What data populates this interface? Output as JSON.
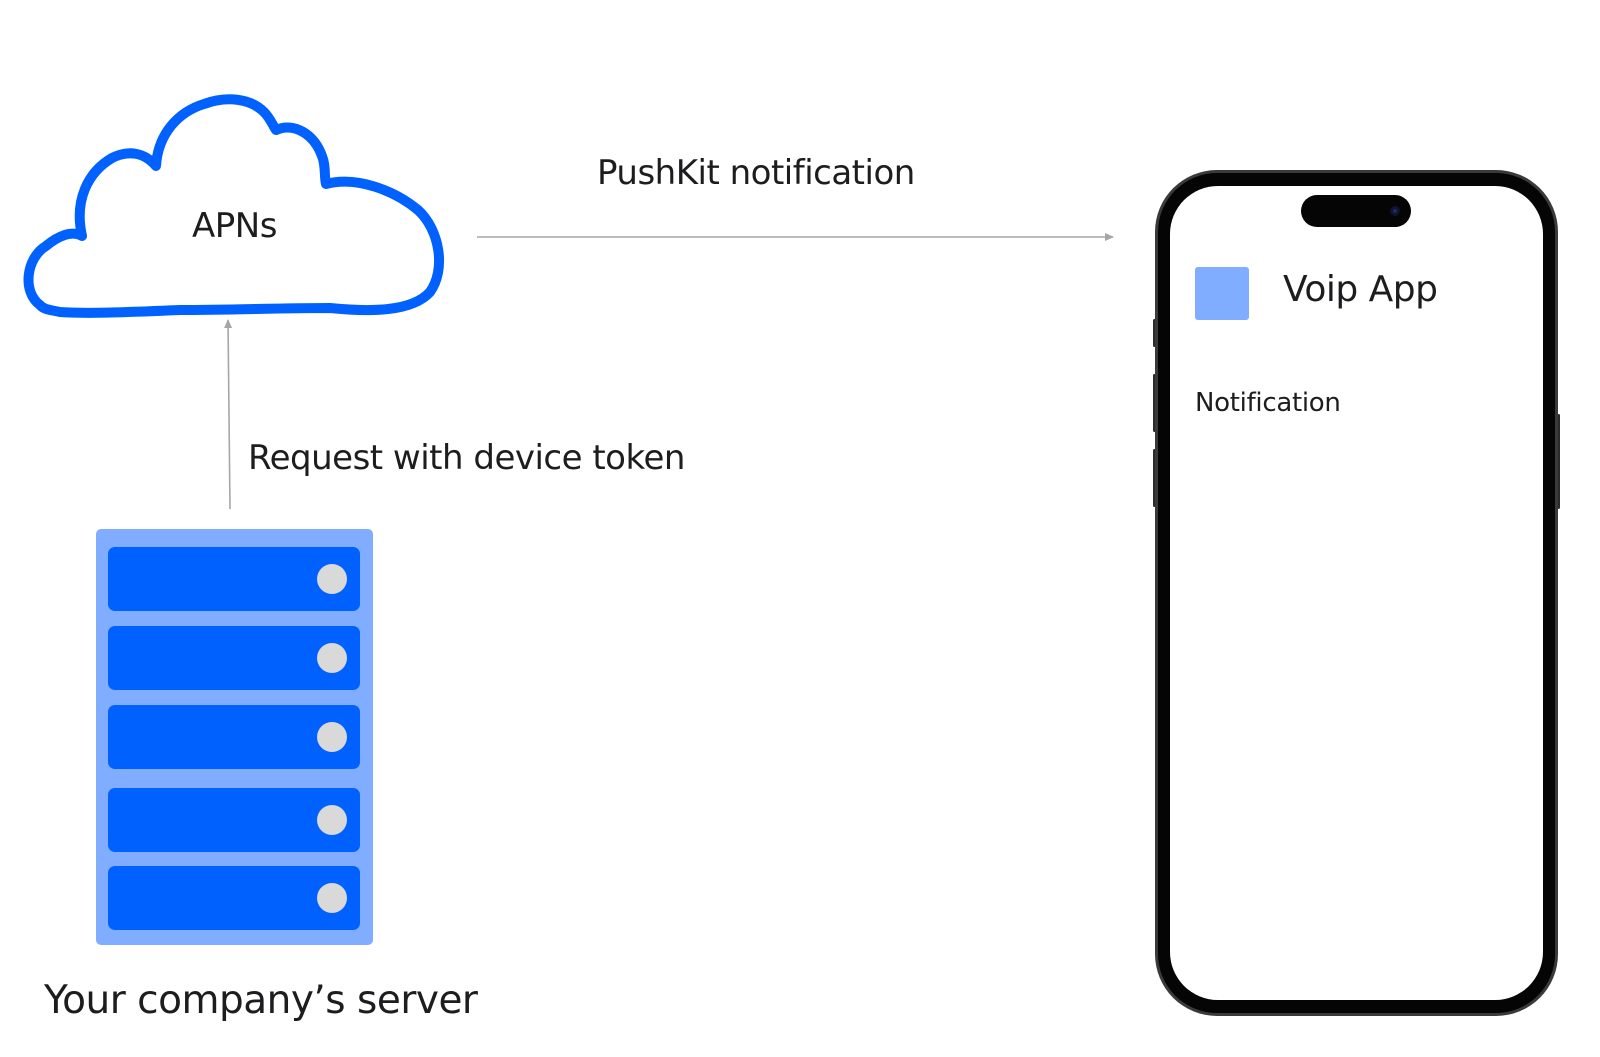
{
  "cloud": {
    "label": "APNs"
  },
  "push_arrow": {
    "label": "PushKit notification"
  },
  "request_arrow": {
    "label": "Request with device token"
  },
  "server": {
    "label": "Your company’s server",
    "unit_count": 5
  },
  "phone": {
    "app_title": "Voip App",
    "notification_label": "Notification"
  },
  "colors": {
    "cloud_outline": "#0061fe",
    "server_frame": "#80adff",
    "server_unit": "#0061fe",
    "server_led": "#d9d9d9",
    "app_icon": "#80adff",
    "arrow": "#a6a6a6",
    "phone_frame": "#000000"
  }
}
